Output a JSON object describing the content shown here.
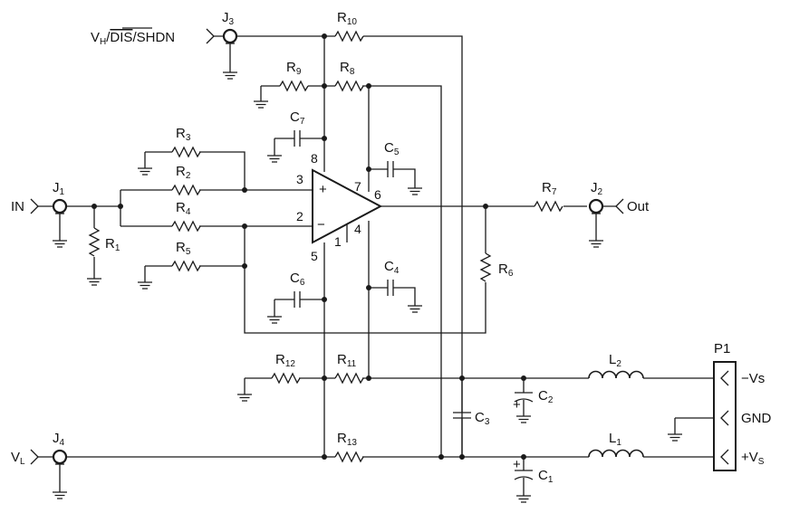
{
  "connectors": {
    "j1": {
      "ref": "J",
      "sub": "1",
      "net": "IN"
    },
    "j2": {
      "ref": "J",
      "sub": "2",
      "net": "Out"
    },
    "j3": {
      "ref": "J",
      "sub": "3",
      "net_pre": "V",
      "net_sub": "H",
      "net_slash": "/",
      "net_over": "DIS",
      "net_post": "/SHDN"
    },
    "j4": {
      "ref": "J",
      "sub": "4",
      "net": "V",
      "net_sub": "L"
    }
  },
  "resistors": {
    "r1": {
      "ref": "R",
      "sub": "1"
    },
    "r2": {
      "ref": "R",
      "sub": "2"
    },
    "r3": {
      "ref": "R",
      "sub": "3"
    },
    "r4": {
      "ref": "R",
      "sub": "4"
    },
    "r5": {
      "ref": "R",
      "sub": "5"
    },
    "r6": {
      "ref": "R",
      "sub": "6"
    },
    "r7": {
      "ref": "R",
      "sub": "7"
    },
    "r8": {
      "ref": "R",
      "sub": "8"
    },
    "r9": {
      "ref": "R",
      "sub": "9"
    },
    "r10": {
      "ref": "R",
      "sub": "10"
    },
    "r11": {
      "ref": "R",
      "sub": "11"
    },
    "r12": {
      "ref": "R",
      "sub": "12"
    },
    "r13": {
      "ref": "R",
      "sub": "13"
    }
  },
  "capacitors": {
    "c1": {
      "ref": "C",
      "sub": "1",
      "polarity": "+"
    },
    "c2": {
      "ref": "C",
      "sub": "2",
      "polarity": "+"
    },
    "c3": {
      "ref": "C",
      "sub": "3"
    },
    "c4": {
      "ref": "C",
      "sub": "4"
    },
    "c5": {
      "ref": "C",
      "sub": "5"
    },
    "c6": {
      "ref": "C",
      "sub": "6"
    },
    "c7": {
      "ref": "C",
      "sub": "7"
    }
  },
  "inductors": {
    "l1": {
      "ref": "L",
      "sub": "1"
    },
    "l2": {
      "ref": "L",
      "sub": "2"
    }
  },
  "opamp": {
    "plus": "+",
    "minus": "−",
    "pins": {
      "p1": "1",
      "p2": "2",
      "p3": "3",
      "p4": "4",
      "p5": "5",
      "p6": "6",
      "p7": "7",
      "p8": "8"
    }
  },
  "power_connector": {
    "ref": "P1",
    "pins": {
      "neg": "−Vs",
      "gnd": "GND",
      "pos_pre": "+V",
      "pos_sub": "S"
    }
  }
}
